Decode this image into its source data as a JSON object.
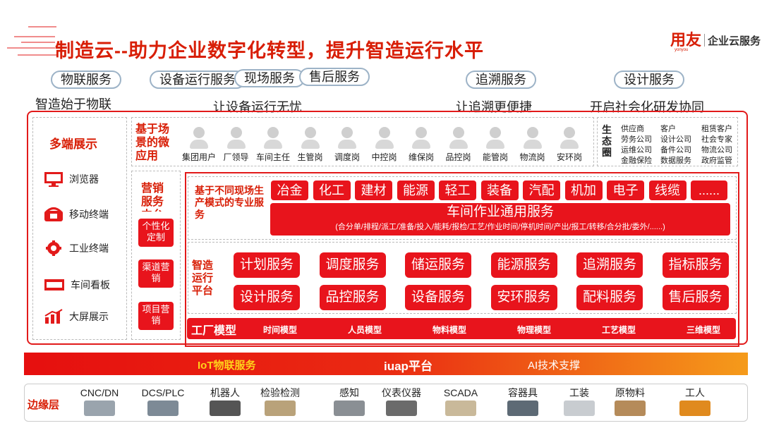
{
  "title": "制造云--助力企业数字化转型，提升智造运行水平",
  "logo": {
    "mark": "用友",
    "sub": "yonyou",
    "text": "企业云服务"
  },
  "clouds": [
    {
      "label": "物联服务"
    },
    {
      "label": "设备运行服务"
    },
    {
      "label": "现场服务"
    },
    {
      "label": "售后服务"
    },
    {
      "label": "追溯服务"
    },
    {
      "label": "设计服务"
    }
  ],
  "taglines": [
    "智造始于物联",
    "让设备运行无忧",
    "让追溯更便捷",
    "开启社会化研发协同"
  ],
  "left_column": {
    "title": "多端展示",
    "terminals": [
      {
        "label": "浏览器",
        "icon": "monitor-icon"
      },
      {
        "label": "移动终端",
        "icon": "phone-icon"
      },
      {
        "label": "工业终端",
        "icon": "gear-icon"
      },
      {
        "label": "车间看板",
        "icon": "board-icon"
      },
      {
        "label": "大屏展示",
        "icon": "bar-chart-icon"
      }
    ]
  },
  "scene_title": "基于场景的微应用",
  "roles": [
    "集团用户",
    "厂领导",
    "车间主任",
    "生管岗",
    "调度岗",
    "中控岗",
    "维保岗",
    "品控岗",
    "能管岗",
    "物流岗",
    "安环岗"
  ],
  "ecosystem": {
    "title": "生态圈",
    "items": [
      "供应商",
      "客户",
      "租赁客户",
      "劳务公司",
      "设计公司",
      "社会专家",
      "运维公司",
      "备件公司",
      "物流公司",
      "金融保险",
      "数据服务",
      "政府监管"
    ]
  },
  "marketing": {
    "title": "营销服务中台",
    "items": [
      "个性化定制",
      "渠道营销",
      "项目营销"
    ]
  },
  "professional_title": "基于不同现场生产模式的专业服务",
  "industries": [
    "冶金",
    "化工",
    "建材",
    "能源",
    "轻工",
    "装备",
    "汽配",
    "机加",
    "电子",
    "线缆",
    "......"
  ],
  "common_service": {
    "title": "车间作业通用服务",
    "subtitle": "(合分单/排程/派工/准备/投入/能耗/报检/工艺/作业时间/停机时间/产出/报工/转移/合分批/委外/......)"
  },
  "platform_title": "智造运行平台",
  "platform_services": [
    "计划服务",
    "调度服务",
    "储运服务",
    "能源服务",
    "追溯服务",
    "指标服务",
    "设计服务",
    "品控服务",
    "设备服务",
    "安环服务",
    "配料服务",
    "售后服务"
  ],
  "factory_model": {
    "title": "工厂模型",
    "items": [
      "时间模型",
      "人员模型",
      "物料模型",
      "物理模型",
      "工艺模型",
      "三维模型"
    ]
  },
  "iuap": {
    "left": "IoT物联服务",
    "mid": "iuap平台",
    "right": "AI技术支撑"
  },
  "edge": {
    "title": "边缘层",
    "devices": [
      "CNC/DN",
      "DCS/PLC",
      "机器人",
      "检验检测",
      "感知",
      "仪表仪器",
      "SCADA",
      "容器具",
      "工装",
      "原物料",
      "工人"
    ]
  },
  "colors": {
    "primary": "#e8141c",
    "accent": "#d81e06",
    "gradient_end": "#f59b1a"
  }
}
